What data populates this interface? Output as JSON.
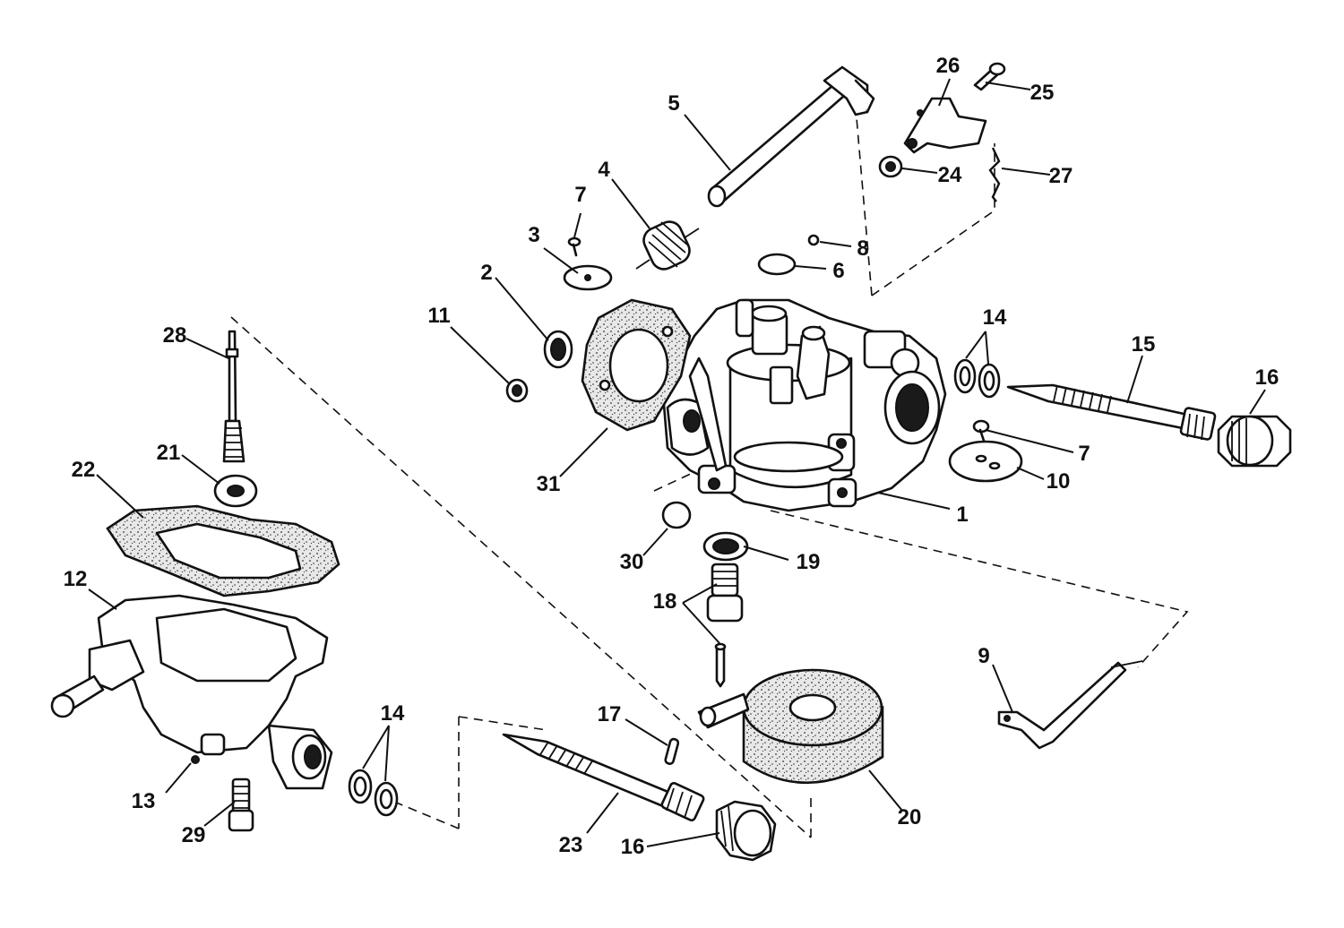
{
  "callouts": [
    {
      "id": "1",
      "label": "1"
    },
    {
      "id": "2",
      "label": "2"
    },
    {
      "id": "3",
      "label": "3"
    },
    {
      "id": "4",
      "label": "4"
    },
    {
      "id": "5",
      "label": "5"
    },
    {
      "id": "6",
      "label": "6"
    },
    {
      "id": "7a",
      "label": "7"
    },
    {
      "id": "7b",
      "label": "7"
    },
    {
      "id": "8",
      "label": "8"
    },
    {
      "id": "9",
      "label": "9"
    },
    {
      "id": "10",
      "label": "10"
    },
    {
      "id": "11",
      "label": "11"
    },
    {
      "id": "12",
      "label": "12"
    },
    {
      "id": "13",
      "label": "13"
    },
    {
      "id": "14a",
      "label": "14"
    },
    {
      "id": "14b",
      "label": "14"
    },
    {
      "id": "15",
      "label": "15"
    },
    {
      "id": "16a",
      "label": "16"
    },
    {
      "id": "16b",
      "label": "16"
    },
    {
      "id": "17",
      "label": "17"
    },
    {
      "id": "18",
      "label": "18"
    },
    {
      "id": "19",
      "label": "19"
    },
    {
      "id": "20",
      "label": "20"
    },
    {
      "id": "21",
      "label": "21"
    },
    {
      "id": "22",
      "label": "22"
    },
    {
      "id": "23",
      "label": "23"
    },
    {
      "id": "24",
      "label": "24"
    },
    {
      "id": "25",
      "label": "25"
    },
    {
      "id": "26",
      "label": "26"
    },
    {
      "id": "27",
      "label": "27"
    },
    {
      "id": "28",
      "label": "28"
    },
    {
      "id": "29",
      "label": "29"
    },
    {
      "id": "30",
      "label": "30"
    },
    {
      "id": "31",
      "label": "31"
    }
  ]
}
